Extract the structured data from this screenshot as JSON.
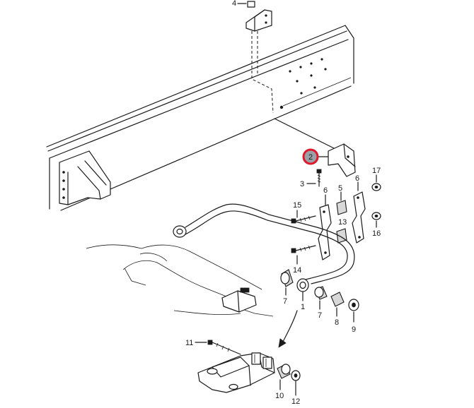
{
  "colors": {
    "line": "#1a1a1a",
    "highlight": "#e0182d",
    "highlight_fill": "#9aa0a6"
  },
  "highlight": {
    "label": "2"
  },
  "labels": {
    "p1": "1",
    "p2": "2",
    "p3": "3",
    "p4": "4",
    "p5": "5",
    "p6a": "6",
    "p6b": "6",
    "p7a": "7",
    "p7b": "7",
    "p8": "8",
    "p9": "9",
    "p10": "10",
    "p11": "11",
    "p12": "12",
    "p13": "13",
    "p14": "14",
    "p15": "15",
    "p16": "16",
    "p17": "17"
  }
}
